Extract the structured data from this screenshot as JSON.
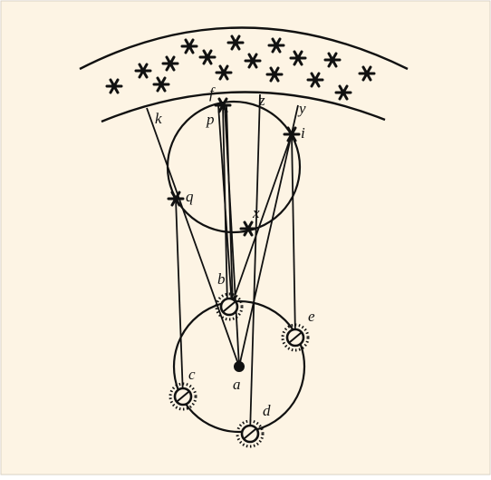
{
  "colors": {
    "panel_bg": "#fdf4e4",
    "ink": "#111111",
    "border": "#d9d2c5"
  },
  "labels": {
    "f": "f",
    "p": "p",
    "z": "z",
    "y": "y",
    "k": "k",
    "i": "i",
    "q": "q",
    "x": "x",
    "b": "b",
    "e": "e",
    "c": "c",
    "a": "a",
    "d": "d"
  }
}
